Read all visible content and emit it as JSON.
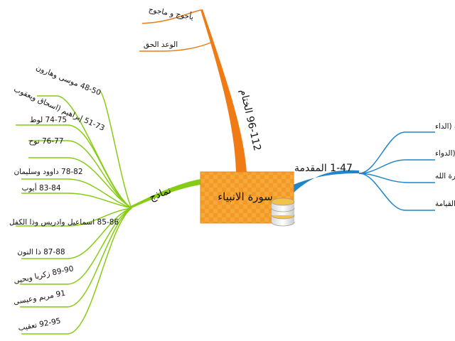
{
  "center": {
    "title": "سورة الانبياء",
    "icon": "database-icon"
  },
  "branches": {
    "intro": {
      "label": "1-47 المقدمة",
      "color": "#1f86c8",
      "children": [
        "الغفلة (الداء",
        "الوحي (الدواء",
        "قدرة الله",
        "يوم القيامة"
      ]
    },
    "ending": {
      "label": "96-112 الختام",
      "color": "#f07a14",
      "children": [
        "يأجوج و ماجوج",
        "الوعد الحق"
      ]
    },
    "models": {
      "label": "نماذج",
      "color": "#86cc14",
      "children": [
        "48-50 موسى وهارون",
        "51-73 إبراهيم (اسحاق ويعقوب",
        "74-75 لوط",
        "76-77 نوح",
        "78-82 داوود وسليمان",
        "83-84 أيوب",
        "85-86 اسماعيل وادريس وذا الكفل",
        "87-88 ذا النون",
        "89-90 زكريا ويحيى",
        "91 مريم وعيسى",
        "92-95 تعقيب"
      ]
    }
  }
}
